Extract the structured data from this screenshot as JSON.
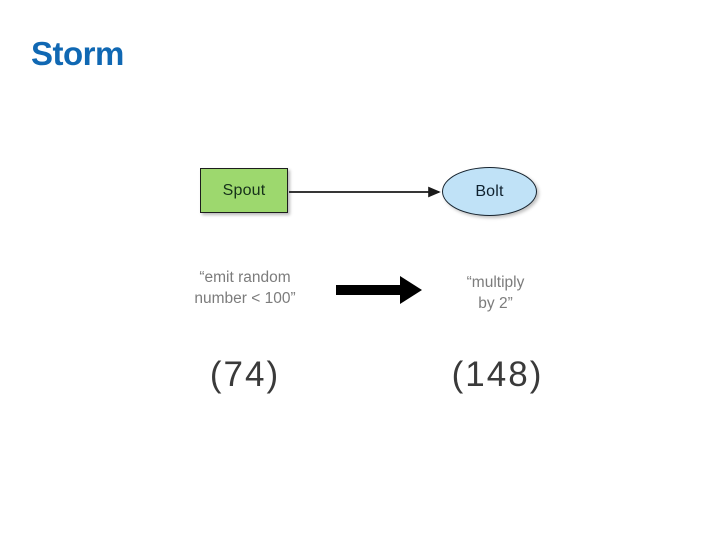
{
  "slide": {
    "title": "Storm",
    "title_color": "#1068b3",
    "background": "#ffffff"
  },
  "diagram": {
    "type": "flow",
    "nodes": [
      {
        "id": "spout",
        "label": "Spout",
        "shape": "rectangle",
        "fill": "#9dd86e",
        "stroke": "#1d1d1d"
      },
      {
        "id": "bolt",
        "label": "Bolt",
        "shape": "ellipse",
        "fill": "#c0e2f7",
        "stroke": "#16232e"
      }
    ],
    "edges": [
      {
        "from": "spout",
        "to": "bolt",
        "style": "thin-arrow",
        "color": "#1a1a1a"
      }
    ],
    "captions": [
      {
        "id": "spout-caption",
        "text": "“emit random\nnumber < 100”",
        "color": "#7c7c7c"
      },
      {
        "id": "bolt-caption",
        "text": "“multiply\nby 2”",
        "color": "#7c7c7c"
      }
    ],
    "flow_arrow": {
      "id": "transform-arrow",
      "direction": "right",
      "color": "#000000"
    },
    "tuples": [
      {
        "id": "input-tuple",
        "text": "(74)",
        "color": "#3a3a3a"
      },
      {
        "id": "output-tuple",
        "text": "(148)",
        "color": "#3a3a3a"
      }
    ]
  }
}
